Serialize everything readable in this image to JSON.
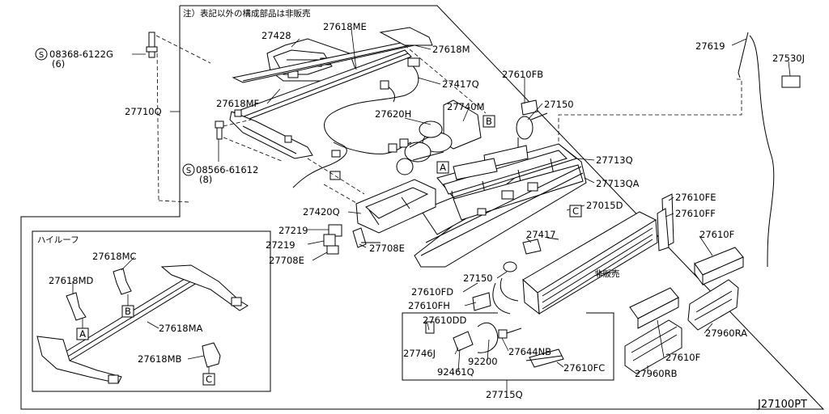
{
  "note": "注）表記以外の構成部品は非販売",
  "highroof_label": "ハイルーフ",
  "not_sold_label": "非販売",
  "diagram_code": "J27100PT",
  "callouts": {
    "screw_1_circle": "S",
    "screw_1_code": "08368-6122G",
    "screw_1_qty": "(6)",
    "screw_2_circle": "S",
    "screw_2_code": "08566-61612",
    "screw_2_qty": "(8)",
    "p27428": "27428",
    "p27618ME": "27618ME",
    "p27618M": "27618M",
    "p27417Q": "27417Q",
    "p27710Q": "27710Q",
    "p27618MF": "27618MF",
    "p27740M": "27740M",
    "p27620H": "27620H",
    "p27610FB": "27610FB",
    "p27150_top": "27150",
    "p27619": "27619",
    "p27530J": "27530J",
    "p27713Q": "27713Q",
    "p27713QA": "27713QA",
    "p27015D": "27015D",
    "p27610FE": "27610FE",
    "p27610FF": "27610FF",
    "p27420Q": "27420Q",
    "p27219_a": "27219",
    "p27219_b": "27219",
    "p27708E_left": "27708E",
    "p27708E_right": "27708E",
    "p27417": "27417",
    "p27610F_top": "27610F",
    "p27150_bot": "27150",
    "p27610FD": "27610FD",
    "p27610FH": "27610FH",
    "p27610DD": "27610DD",
    "p27746J": "27746J",
    "p92461Q": "92461Q",
    "p92200": "92200",
    "p27644NB": "27644NB",
    "p27610FC": "27610FC",
    "p27960RA": "27960RA",
    "p27610F_bot": "27610F",
    "p27960RB": "27960RB",
    "p27715Q": "27715Q",
    "p27618MC": "27618MC",
    "p27618MD": "27618MD",
    "p27618MA": "27618MA",
    "p27618MB": "27618MB"
  },
  "ref_markers": {
    "A": "A",
    "B": "B",
    "C": "C"
  }
}
